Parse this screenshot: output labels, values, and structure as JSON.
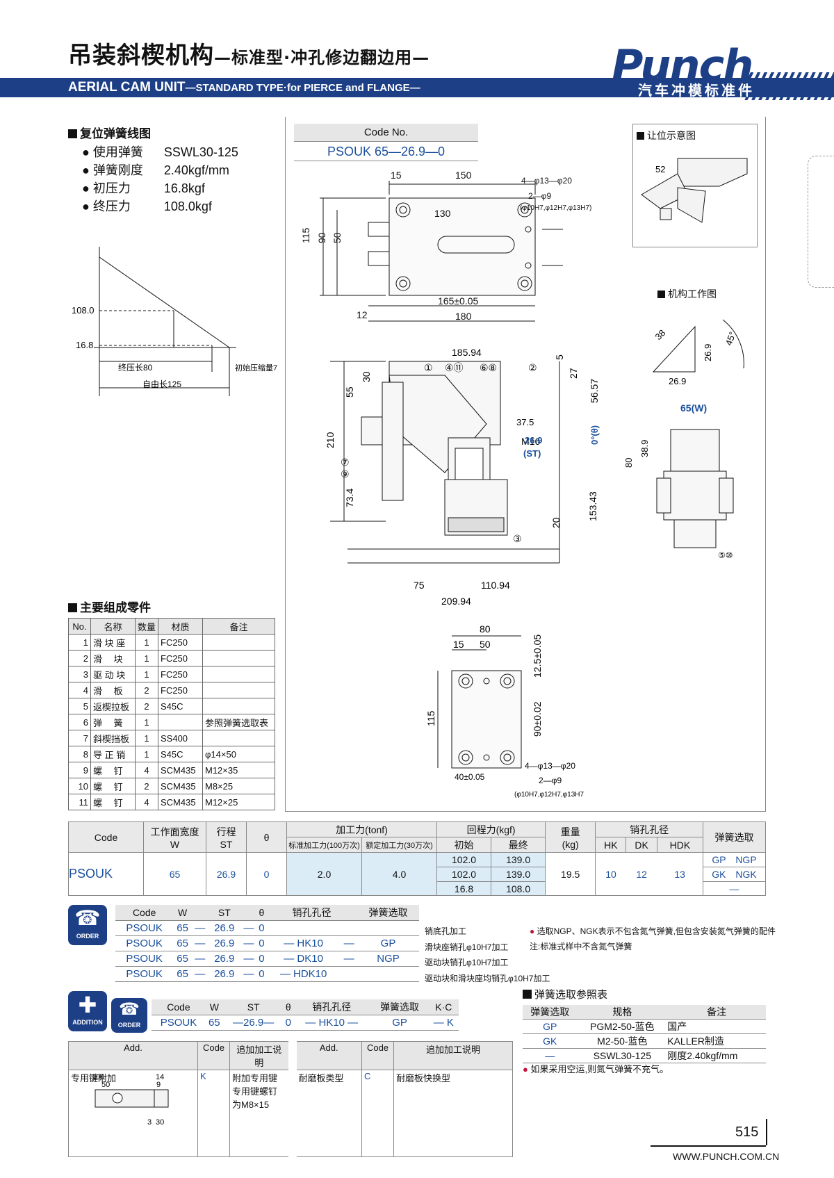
{
  "header": {
    "title_cn": "吊装斜楔机构",
    "title_cn_sub": "—标准型·冲孔修边翻边用—",
    "title_en": "AERIAL CAM UNIT",
    "title_en_sub": "—STANDARD TYPE·for PIERCE and FLANGE—",
    "brand": "Punch",
    "brand_sub": "汽车冲模标准件"
  },
  "spring": {
    "title": "复位弹簧线图",
    "items": [
      {
        "label": "使用弹簧",
        "value": "SSWL30-125"
      },
      {
        "label": "弹簧刚度",
        "value": "2.40kgf/mm"
      },
      {
        "label": "初压力",
        "value": "16.8kgf"
      },
      {
        "label": "终压力",
        "value": "108.0kgf"
      }
    ],
    "graph": {
      "y1": "108.0",
      "y2": "16.8",
      "l1": "终压长80",
      "l2": "初始压缩量7",
      "l3": "自由长125"
    }
  },
  "code_box": {
    "label": "Code No.",
    "value": "PSOUK 65—26.9—0"
  },
  "views": {
    "clear": "让位示意图",
    "work": "机构工作图",
    "w_label": "65(W)",
    "st": "26.9",
    "st_label": "(ST)",
    "theta": "0°(θ)"
  },
  "parts": {
    "title": "主要组成零件",
    "headers": [
      "No.",
      "名称",
      "数量",
      "材质",
      "备注"
    ],
    "rows": [
      [
        "1",
        "滑 块 座",
        "1",
        "FC250",
        ""
      ],
      [
        "2",
        "滑　 块",
        "1",
        "FC250",
        ""
      ],
      [
        "3",
        "驱 动 块",
        "1",
        "FC250",
        ""
      ],
      [
        "4",
        "滑　 板",
        "2",
        "FC250",
        ""
      ],
      [
        "5",
        "返楔拉板",
        "2",
        "S45C",
        ""
      ],
      [
        "6",
        "弹　 簧",
        "1",
        "",
        "参照弹簧选取表"
      ],
      [
        "7",
        "斜楔挡板",
        "1",
        "SS400",
        ""
      ],
      [
        "8",
        "导 正 销",
        "1",
        "S45C",
        "φ14×50"
      ],
      [
        "9",
        "螺　 钉",
        "4",
        "SCM435",
        "M12×35"
      ],
      [
        "10",
        "螺　 钉",
        "2",
        "SCM435",
        "M8×25"
      ],
      [
        "11",
        "螺　 钉",
        "4",
        "SCM435",
        "M12×25"
      ]
    ]
  },
  "spec": {
    "h_code": "Code",
    "h_w": "工作面宽度",
    "h_w2": "W",
    "h_st": "行程",
    "h_st2": "ST",
    "h_theta": "θ",
    "h_force": "加工力(tonf)",
    "h_f1": "标准加工力(100万次)",
    "h_f2": "额定加工力(30万次)",
    "h_ret": "回程力(kgf)",
    "h_r1": "初始",
    "h_r2": "最终",
    "h_wt": "重量",
    "h_wt2": "(kg)",
    "h_pin": "销孔孔径",
    "h_hk": "HK",
    "h_dk": "DK",
    "h_hdk": "HDK",
    "h_spring": "弹簧选取",
    "code": "PSOUK",
    "w": "65",
    "st": "26.9",
    "theta": "0",
    "f1": "2.0",
    "f2": "4.0",
    "r_init": [
      "102.0",
      "102.0",
      "16.8"
    ],
    "r_final": [
      "139.0",
      "139.0",
      "108.0"
    ],
    "weight": "19.5",
    "hk": "10",
    "dk": "12",
    "hdk": "13",
    "springs": [
      "GP　NGP",
      "GK　NGK",
      "—"
    ]
  },
  "order": {
    "icon": "ORDER",
    "headers": [
      "Code",
      "W",
      "ST",
      "θ",
      "销孔孔径",
      "弹簧选取"
    ],
    "rows": [
      [
        "PSOUK",
        "65",
        "—",
        "26.9",
        "—",
        "0",
        "",
        "",
        ""
      ],
      [
        "PSOUK",
        "65",
        "—",
        "26.9",
        "—",
        "0",
        "— HK10",
        "—",
        "GP"
      ],
      [
        "PSOUK",
        "65",
        "—",
        "26.9",
        "—",
        "0",
        "— DK10",
        "—",
        "NGP"
      ],
      [
        "PSOUK",
        "65",
        "—",
        "26.9",
        "—",
        "0",
        "— HDK10",
        "",
        ""
      ]
    ],
    "notes": [
      "销底孔加工",
      "滑块座销孔φ10H7加工",
      "驱动块销孔φ10H7加工",
      "驱动块和滑块座均销孔φ10H7加工"
    ],
    "warn1": "选取NGP、NGK表示不包含氮气弹簧,但包含安装氮气弹簧的配件",
    "warn2": "注:标准式样中不含氮气弹簧"
  },
  "addition": {
    "icon": "ADDITION",
    "headers": [
      "Code",
      "W",
      "ST",
      "θ",
      "销孔孔径",
      "弹簧选取",
      "K·C"
    ],
    "row": [
      "PSOUK",
      "65",
      "—26.9—",
      "0",
      "— HK10 —",
      "GP",
      "— K"
    ]
  },
  "spring_ref": {
    "title": "弹簧选取参照表",
    "headers": [
      "弹簧选取",
      "规格",
      "备注"
    ],
    "rows": [
      [
        "GP",
        "PGM2-50-蓝色",
        "国产"
      ],
      [
        "GK",
        "M2-50-蓝色",
        "KALLER制造"
      ],
      [
        "—",
        "SSWL30-125",
        "刚度2.40kgf/mm"
      ]
    ],
    "warn": "如果采用空运,则氮气弹簧不充气。"
  },
  "add_table": {
    "headers": [
      "Add.",
      "Code",
      "追加加工说明",
      "Add.",
      "Code",
      "追加加工说明"
    ],
    "r1": [
      "专用键附加",
      "K",
      "附加专用键专用键螺钉为M8×15",
      "耐磨板类型",
      "C",
      "耐磨板快换型"
    ]
  },
  "footer": {
    "page": "515",
    "url": "WWW.PUNCH.COM.CN"
  }
}
